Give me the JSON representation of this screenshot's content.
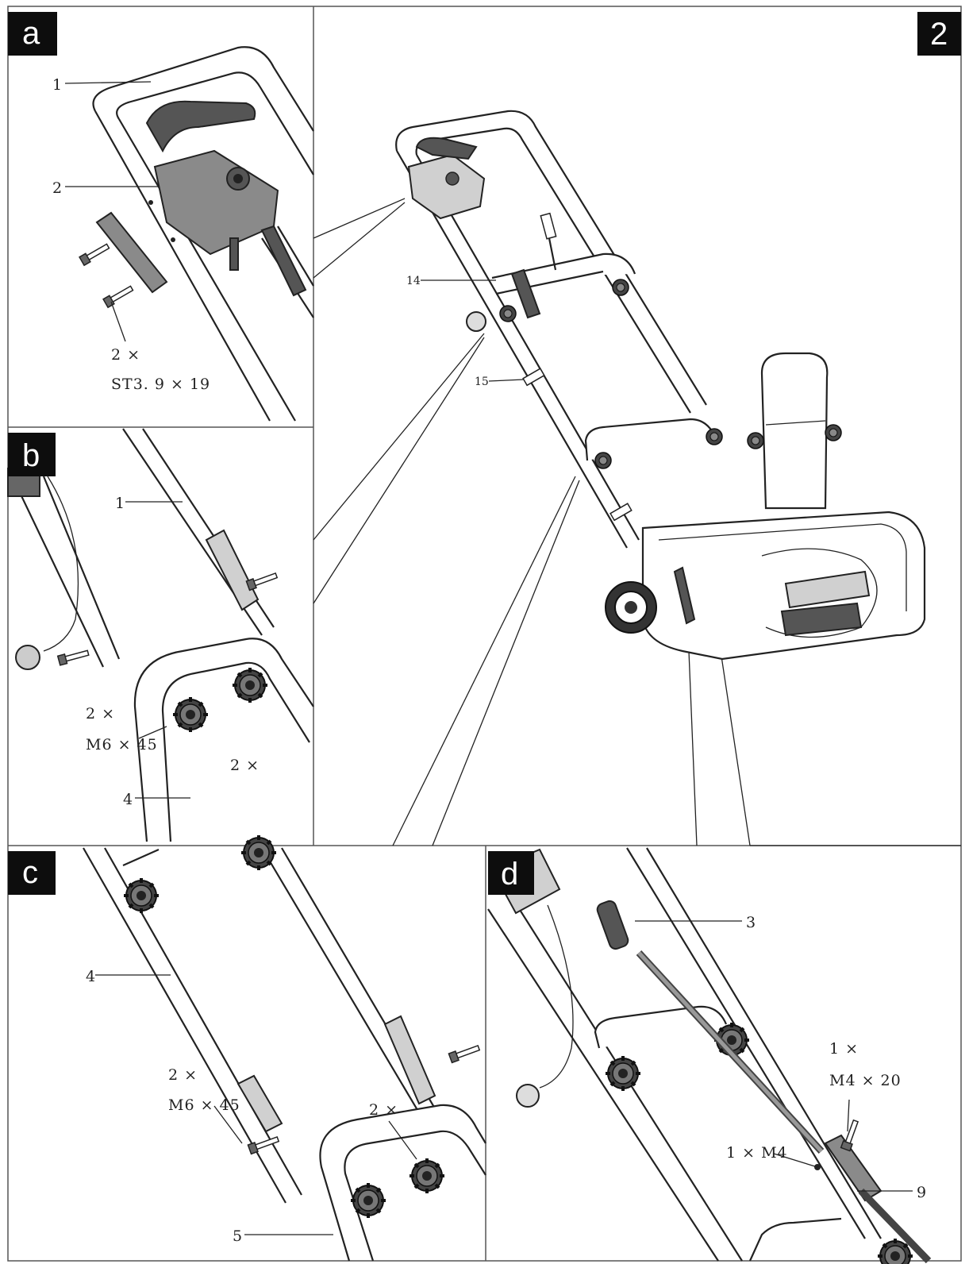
{
  "badges": {
    "a": "a",
    "b": "b",
    "c": "c",
    "d": "d",
    "step": "2"
  },
  "panel_a": {
    "label_1": "1",
    "label_2": "2",
    "qty": "2 ×",
    "screw": "ST3. 9 × 19"
  },
  "panel_b": {
    "label_1": "1",
    "label_4": "4",
    "bolt_qty": "2 ×",
    "bolt": "M6 × 45",
    "knob_qty": "2 ×"
  },
  "panel_main": {
    "label_14": "14",
    "label_15": "15"
  },
  "panel_c": {
    "label_4": "4",
    "label_5": "5",
    "bolt_qty": "2 ×",
    "bolt": "M6 × 45",
    "knob_qty": "2 ×"
  },
  "panel_d": {
    "label_3": "3",
    "label_9": "9",
    "screw_qty": "1 ×",
    "screw": "M4 × 20",
    "nut": "1 × M4"
  }
}
